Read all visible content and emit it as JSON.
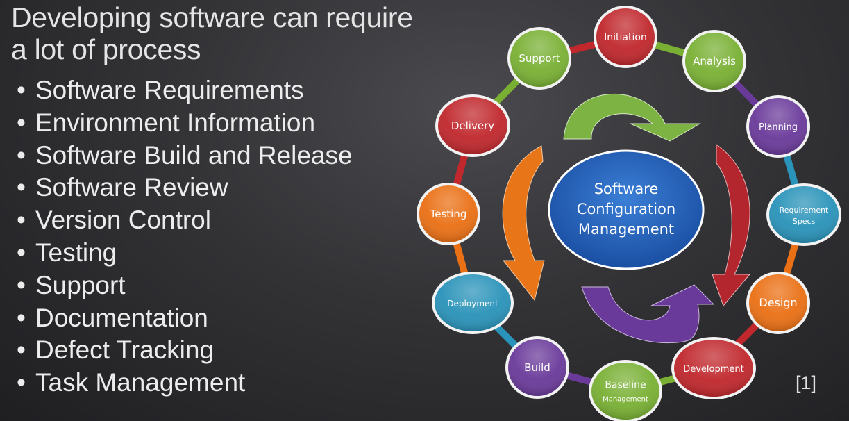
{
  "slide": {
    "title_lines": [
      "Developing software can require",
      "a lot of process"
    ],
    "bullets": [
      "Software Requirements",
      "Environment Information",
      "Software Build and Release",
      "Software Review",
      "Version Control",
      "Testing",
      "Support",
      "Documentation",
      "Defect Tracking",
      "Task Management"
    ],
    "citation": "[1]"
  },
  "diagram": {
    "center_label_lines": [
      "Software",
      "Configuration",
      "Management"
    ],
    "nodes": [
      {
        "id": "initiation",
        "lines": [
          "Initiation"
        ],
        "color": "#c0282d"
      },
      {
        "id": "analysis",
        "lines": [
          "Analysis"
        ],
        "color": "#79b034"
      },
      {
        "id": "planning",
        "lines": [
          "Planning"
        ],
        "color": "#6a3a9a"
      },
      {
        "id": "requirement-specs",
        "lines": [
          "Requirement",
          "Specs"
        ],
        "color": "#2a93b9"
      },
      {
        "id": "design",
        "lines": [
          "Design"
        ],
        "color": "#ea7015"
      },
      {
        "id": "development",
        "lines": [
          "Development"
        ],
        "color": "#c0282d"
      },
      {
        "id": "baseline-management",
        "lines": [
          "Baseline",
          "Management"
        ],
        "color": "#79b034"
      },
      {
        "id": "build",
        "lines": [
          "Build"
        ],
        "color": "#6a3a9a"
      },
      {
        "id": "deployment",
        "lines": [
          "Deployment"
        ],
        "color": "#2a93b9"
      },
      {
        "id": "testing",
        "lines": [
          "Testing"
        ],
        "color": "#ea7015"
      },
      {
        "id": "delivery",
        "lines": [
          "Delivery"
        ],
        "color": "#c0282d"
      },
      {
        "id": "support",
        "lines": [
          "Support"
        ],
        "color": "#79b034"
      }
    ]
  }
}
